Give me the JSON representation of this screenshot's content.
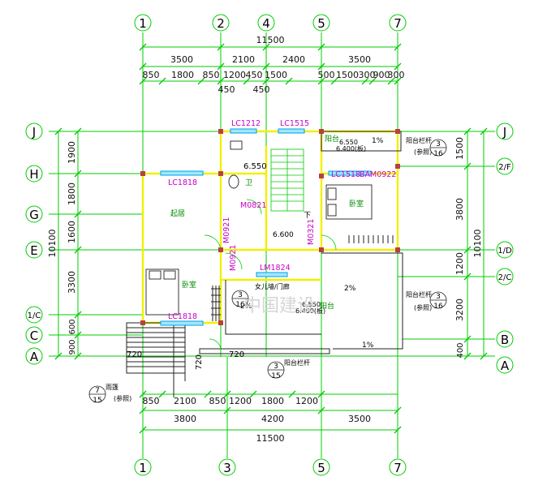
{
  "top_dimensions": {
    "overall": "11500",
    "row2": [
      "3500",
      "2100",
      "2400",
      "3500"
    ],
    "row3": [
      "850",
      "1800",
      "850",
      "1200",
      "450",
      "1500",
      "500",
      "1500",
      "300",
      "900",
      "300"
    ],
    "row4": [
      "450",
      "450"
    ]
  },
  "bottom_dimensions": {
    "row1": [
      "850",
      "2100",
      "850",
      "1200",
      "1800",
      "1200"
    ],
    "row2": [
      "3800",
      "4200",
      "3500"
    ],
    "overall": "11500"
  },
  "left_dimensions": {
    "outer": "10100",
    "inner": [
      "1900",
      "1800",
      "1600",
      "3300",
      "600",
      "900"
    ]
  },
  "right_dimensions": {
    "outer": "10100",
    "inner": [
      "1500",
      "3800",
      "1200",
      "3200",
      "400"
    ]
  },
  "axes": {
    "top": [
      "1",
      "2",
      "4",
      "5",
      "7"
    ],
    "bottom": [
      "1",
      "3",
      "5",
      "7"
    ],
    "left": [
      "J",
      "H",
      "G",
      "E",
      "1/C",
      "C",
      "A"
    ],
    "right": [
      "J",
      "2/F",
      "1/D",
      "2/C",
      "B",
      "A"
    ]
  },
  "labels": {
    "lc1212": "LC1212",
    "lc1515": "LC1515",
    "lc1818_a": "LC1818",
    "lc1818_b": "LC1818",
    "lc1518": "LC1518",
    "bam0922": "BAM0922",
    "m0821": "M0821",
    "m0921_a": "M0921",
    "m0921_b": "M0921",
    "m0321": "M0321",
    "lm1824": "LM1824",
    "lvl_6550_a": "6.550",
    "lvl_6550_b": "6.550",
    "lvl_6400_a": "6.400(板)",
    "lvl_6600": "6.600",
    "lvl_6550_c": "6.550",
    "lvl_6400_b": "6.400(板)",
    "pct_1_a": "1%",
    "pct_2_a": "2%",
    "pct_2_b": "2%",
    "pct_1_b": "1%",
    "bath": "卫",
    "balcony_a": "阳台",
    "balcony_b": "阳台",
    "living": "起居",
    "bedroom_a": "卧室",
    "bedroom_b": "卧室",
    "down": "下",
    "railing_a": "阳台栏杆",
    "railing_b": "阳台栏杆",
    "railing_c": "阳台栏杆",
    "ref_a": "(参照)",
    "ref_b": "(参照)",
    "ref_c": "(参照)",
    "mark_3": "3",
    "mark_16": "16",
    "mark_15": "15",
    "mark_7": "7",
    "roof": "雨篷",
    "wall_note": "女儿墙/门廊",
    "watermark": "中国建设",
    "dims_720_a": "720",
    "dims_720_b": "720",
    "dims_720_c": "720"
  },
  "colors": {
    "axis": "#00cc00",
    "wall": "#f2f000",
    "magenta": "#c800c8",
    "column": "#b84040",
    "window": "#00b8ff"
  }
}
